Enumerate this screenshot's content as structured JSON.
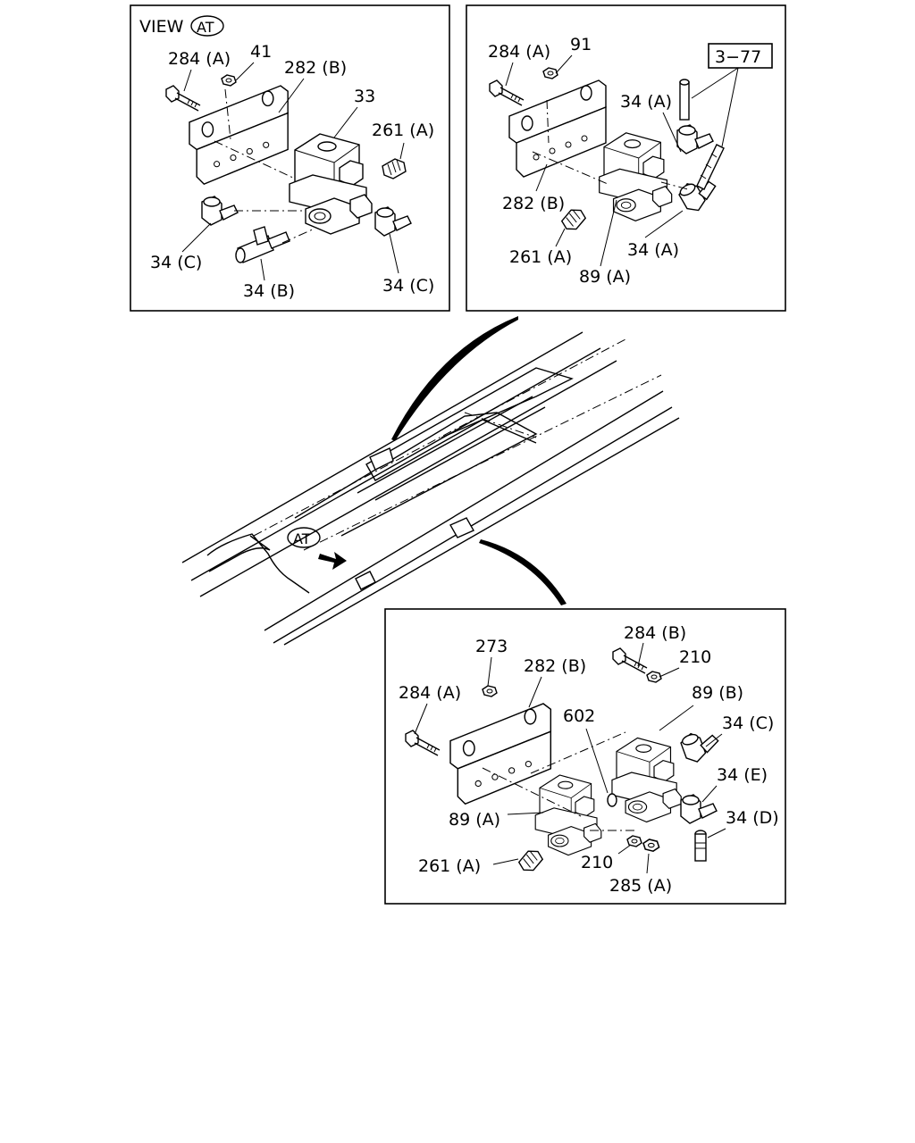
{
  "panels": {
    "view_at": {
      "title": "VIEW",
      "badge": "AT",
      "labels": {
        "l284a": "284 (A)",
        "l41": "41",
        "l282b": "282 (B)",
        "l33": "33",
        "l261a": "261 (A)",
        "l34c_left": "34 (C)",
        "l34b": "34 (B)",
        "l34c_right": "34 (C)"
      }
    },
    "upper_right": {
      "ref": "3−77",
      "labels": {
        "l284a": "284 (A)",
        "l91": "91",
        "l34a_top": "34 (A)",
        "l282b": "282 (B)",
        "l261a": "261 (A)",
        "l89a": "89 (A)",
        "l34a_bottom": "34 (A)"
      }
    },
    "frame": {
      "badge": "AT"
    },
    "lower": {
      "labels": {
        "l284b": "284 (B)",
        "l210_top": "210",
        "l273": "273",
        "l282b": "282 (B)",
        "l284a": "284 (A)",
        "l89b": "89 (B)",
        "l602": "602",
        "l34c": "34 (C)",
        "l34e": "34 (E)",
        "l89a": "89 (A)",
        "l34d": "34 (D)",
        "l261a": "261 (A)",
        "l210_bottom": "210",
        "l285a": "285 (A)"
      }
    }
  }
}
